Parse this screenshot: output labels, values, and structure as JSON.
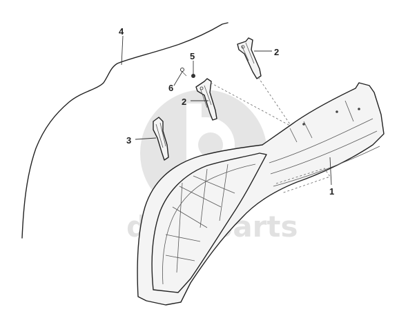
{
  "callouts": [
    {
      "id": "1",
      "label": "1"
    },
    {
      "id": "2a",
      "label": "2"
    },
    {
      "id": "2b",
      "label": "2"
    },
    {
      "id": "3",
      "label": "3"
    },
    {
      "id": "4",
      "label": "4"
    },
    {
      "id": "5",
      "label": "5"
    },
    {
      "id": "6",
      "label": "6"
    }
  ],
  "watermark": {
    "text": "data-parts",
    "color": "#d4d4d4"
  },
  "colors": {
    "line": "#222222",
    "background": "#ffffff"
  }
}
